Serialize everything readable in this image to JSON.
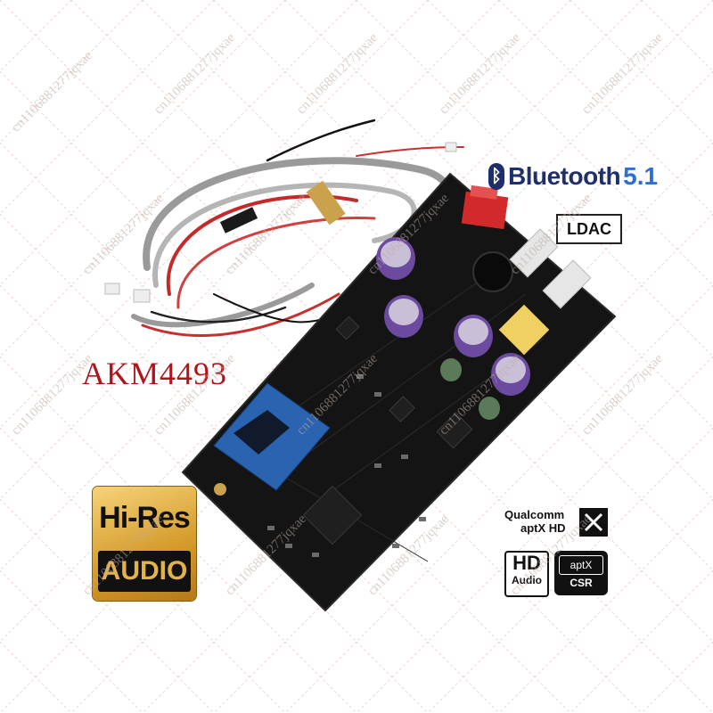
{
  "product_label": "AKM4493",
  "bluetooth_logo": {
    "text": "Bluetooth",
    "version": "5.1",
    "rune": "ᛒ",
    "color": "#1f2f6b",
    "version_color": "#2f6fd0"
  },
  "ldac_badge": "LDAC",
  "hires_badge": {
    "top": "Hi-Res",
    "bottom": "AUDIO"
  },
  "qualcomm_badge": {
    "line1": "Qualcomm",
    "line2": "aptX HD",
    "mark": "X"
  },
  "hd_audio_badge": {
    "line1": "HD",
    "line2": "Audio"
  },
  "aptx_csr_badge": {
    "top": "aptX",
    "bottom": "CSR"
  },
  "watermark": "cn1106881277jqxae",
  "colors": {
    "akm_red": "#b0141b",
    "pcb": "#141414",
    "grid": "#f2cfc7"
  }
}
